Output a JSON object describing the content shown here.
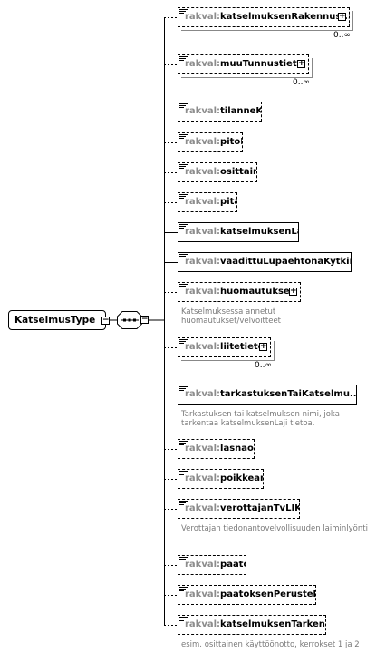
{
  "root": {
    "name": "KatselmusType",
    "sequence_icon": "sequence-compositor-icon"
  },
  "elements": [
    {
      "prefix": "rakval:",
      "name": "katselmuksenRakennus...",
      "optional": true,
      "repeat": true,
      "expand": true,
      "cardinality": "0..∞",
      "doc": ""
    },
    {
      "prefix": "rakval:",
      "name": "muuTunnustieto",
      "optional": true,
      "repeat": true,
      "expand": true,
      "cardinality": "0..∞",
      "doc": ""
    },
    {
      "prefix": "rakval:",
      "name": "tilanneKoodi",
      "optional": true,
      "repeat": false,
      "expand": false,
      "cardinality": "",
      "doc": ""
    },
    {
      "prefix": "rakval:",
      "name": "pitoPvm",
      "optional": true,
      "repeat": false,
      "expand": false,
      "cardinality": "",
      "doc": ""
    },
    {
      "prefix": "rakval:",
      "name": "osittainen",
      "optional": true,
      "repeat": false,
      "expand": false,
      "cardinality": "",
      "doc": ""
    },
    {
      "prefix": "rakval:",
      "name": "pitaja",
      "optional": true,
      "repeat": false,
      "expand": false,
      "cardinality": "",
      "doc": ""
    },
    {
      "prefix": "rakval:",
      "name": "katselmuksenLaji",
      "optional": false,
      "repeat": false,
      "expand": false,
      "cardinality": "",
      "doc": ""
    },
    {
      "prefix": "rakval:",
      "name": "vaadittuLupaehtonaKytkin",
      "optional": false,
      "repeat": false,
      "expand": false,
      "cardinality": "",
      "doc": ""
    },
    {
      "prefix": "rakval:",
      "name": "huomautukset",
      "optional": true,
      "repeat": false,
      "expand": true,
      "cardinality": "",
      "doc": "Katselmuksessa annetut huomautukset/velvoitteet"
    },
    {
      "prefix": "rakval:",
      "name": "liitetieto",
      "optional": true,
      "repeat": true,
      "expand": true,
      "cardinality": "0..∞",
      "doc": ""
    },
    {
      "prefix": "rakval:",
      "name": "tarkastuksenTaiKatselmu...",
      "optional": false,
      "repeat": false,
      "expand": false,
      "cardinality": "",
      "doc": "Tarkastuksen tai katselmuksen nimi, joka tarkentaa katselmuksenLaji tietoa."
    },
    {
      "prefix": "rakval:",
      "name": "lasnaolijat",
      "optional": true,
      "repeat": false,
      "expand": false,
      "cardinality": "",
      "doc": ""
    },
    {
      "prefix": "rakval:",
      "name": "poikkeamat",
      "optional": true,
      "repeat": false,
      "expand": false,
      "cardinality": "",
      "doc": ""
    },
    {
      "prefix": "rakval:",
      "name": "verottajanTvLIKytkin",
      "optional": true,
      "repeat": false,
      "expand": false,
      "cardinality": "",
      "doc": "Verottajan tiedonantovelvollisuuden laiminlyönti"
    },
    {
      "prefix": "rakval:",
      "name": "paatos",
      "optional": true,
      "repeat": false,
      "expand": false,
      "cardinality": "",
      "doc": ""
    },
    {
      "prefix": "rakval:",
      "name": "paatoksenPerustelut",
      "optional": true,
      "repeat": false,
      "expand": false,
      "cardinality": "",
      "doc": ""
    },
    {
      "prefix": "rakval:",
      "name": "katselmuksenTarkenne",
      "optional": true,
      "repeat": false,
      "expand": false,
      "cardinality": "",
      "doc": "esim. osittainen käyttöönotto, kerrokset 1 ja 2"
    }
  ]
}
